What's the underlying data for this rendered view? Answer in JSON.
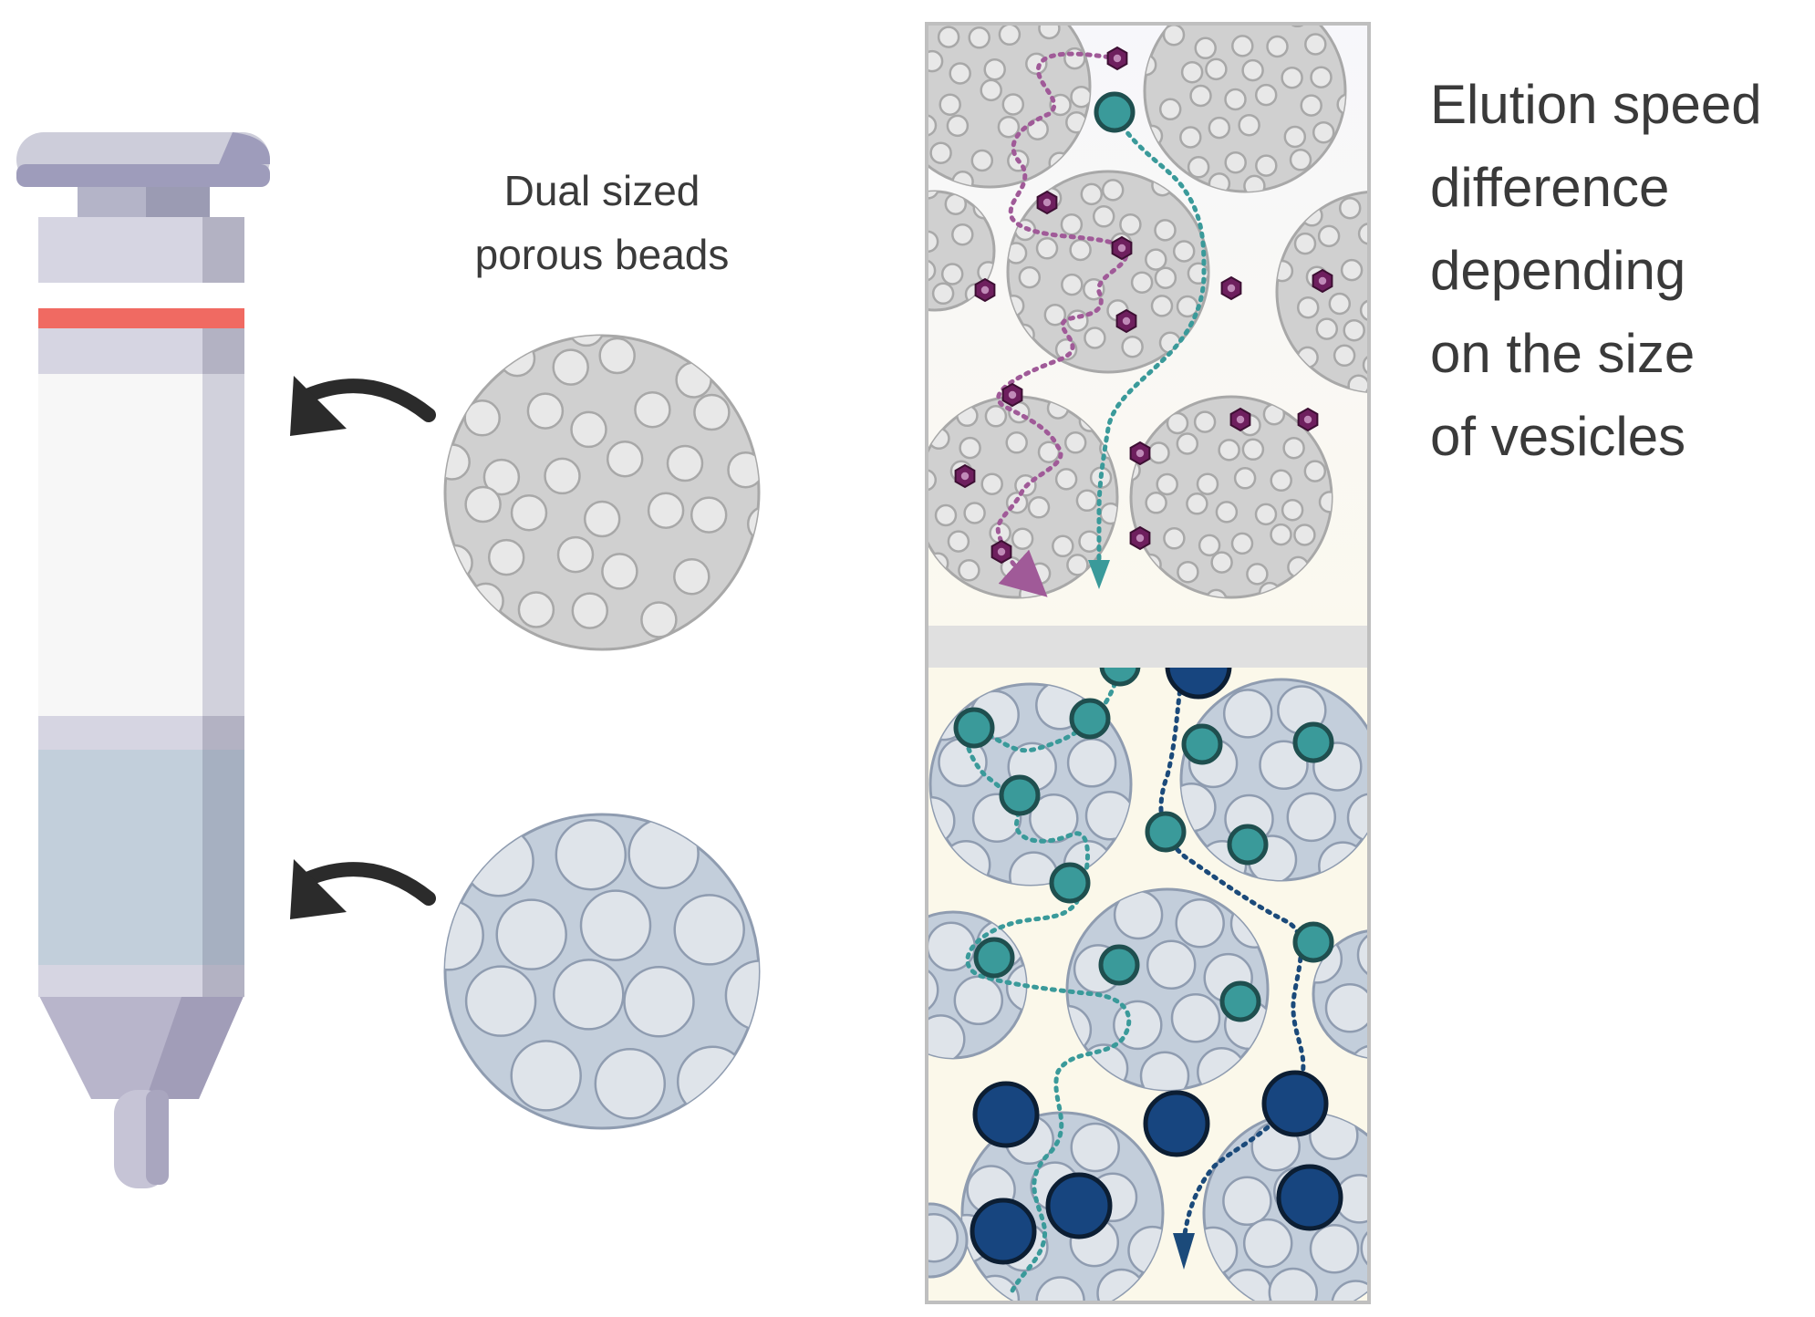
{
  "labels": {
    "beads_caption_line1": "Dual sized",
    "beads_caption_line2": "porous beads",
    "elution_line1": "Elution speed",
    "elution_line2": "difference",
    "elution_line3": "depending",
    "elution_line4": "on the size",
    "elution_line5": "of vesicles"
  },
  "colors": {
    "small_bead_fill": "#d0d0d0",
    "small_bead_stroke": "#a8a8a8",
    "large_bead_fill": "#c3cedb",
    "large_bead_stroke": "#8f9cb0",
    "pore_fill": "#e8e8e8",
    "large_pore_fill": "#dfe4ea",
    "small_particle": "#6e1f5e",
    "medium_vesicle": "#3a9a9a",
    "large_vesicle": "#17457f",
    "purple_path": "#a05a98",
    "teal_path": "#3a9a9a",
    "navy_path": "#1b4a7a",
    "column_band": "#f06a62",
    "column_body": "#d6d5e2",
    "column_resin": "#c2cfdb"
  },
  "icons": {
    "column": "chromatography-column-icon",
    "arrow": "curved-arrow-icon"
  }
}
